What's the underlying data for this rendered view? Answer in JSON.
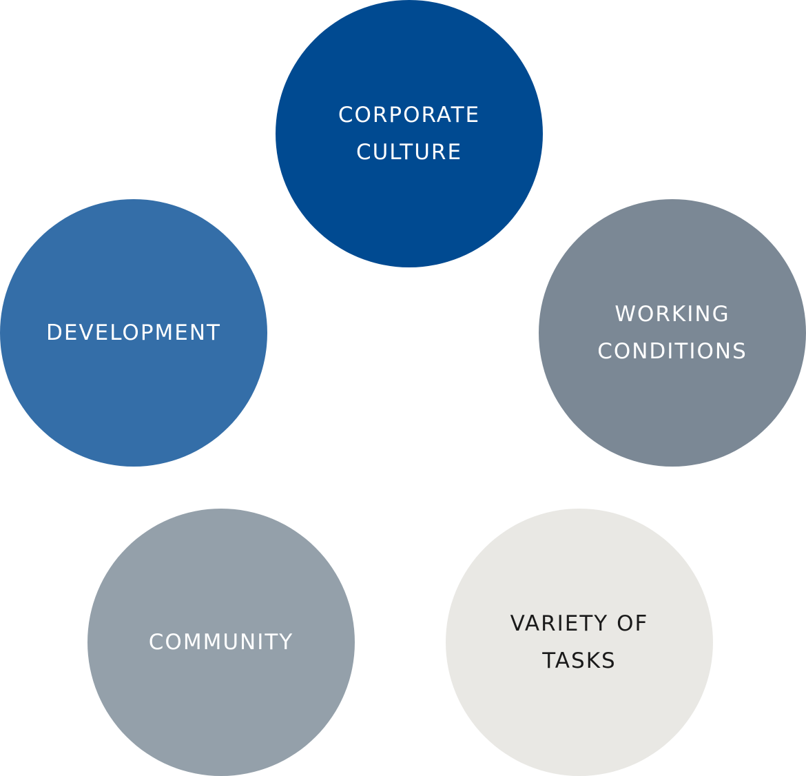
{
  "diagram": {
    "circles": [
      {
        "id": "corporate",
        "lines": [
          "CORPORATE",
          "CULTURE"
        ],
        "fill": "#004a91",
        "text_color": "#ffffff"
      },
      {
        "id": "development",
        "lines": [
          "DEVELOPMENT"
        ],
        "fill": "#346ea8",
        "text_color": "#ffffff"
      },
      {
        "id": "working",
        "lines": [
          "WORKING",
          "CONDITIONS"
        ],
        "fill": "#7b8895",
        "text_color": "#ffffff"
      },
      {
        "id": "community",
        "lines": [
          "COMMUNITY"
        ],
        "fill": "#94a0aa",
        "text_color": "#ffffff"
      },
      {
        "id": "variety",
        "lines": [
          "VARIETY OF",
          "TASKS"
        ],
        "fill": "#e9e8e4",
        "text_color": "#1a1a1a"
      }
    ]
  }
}
